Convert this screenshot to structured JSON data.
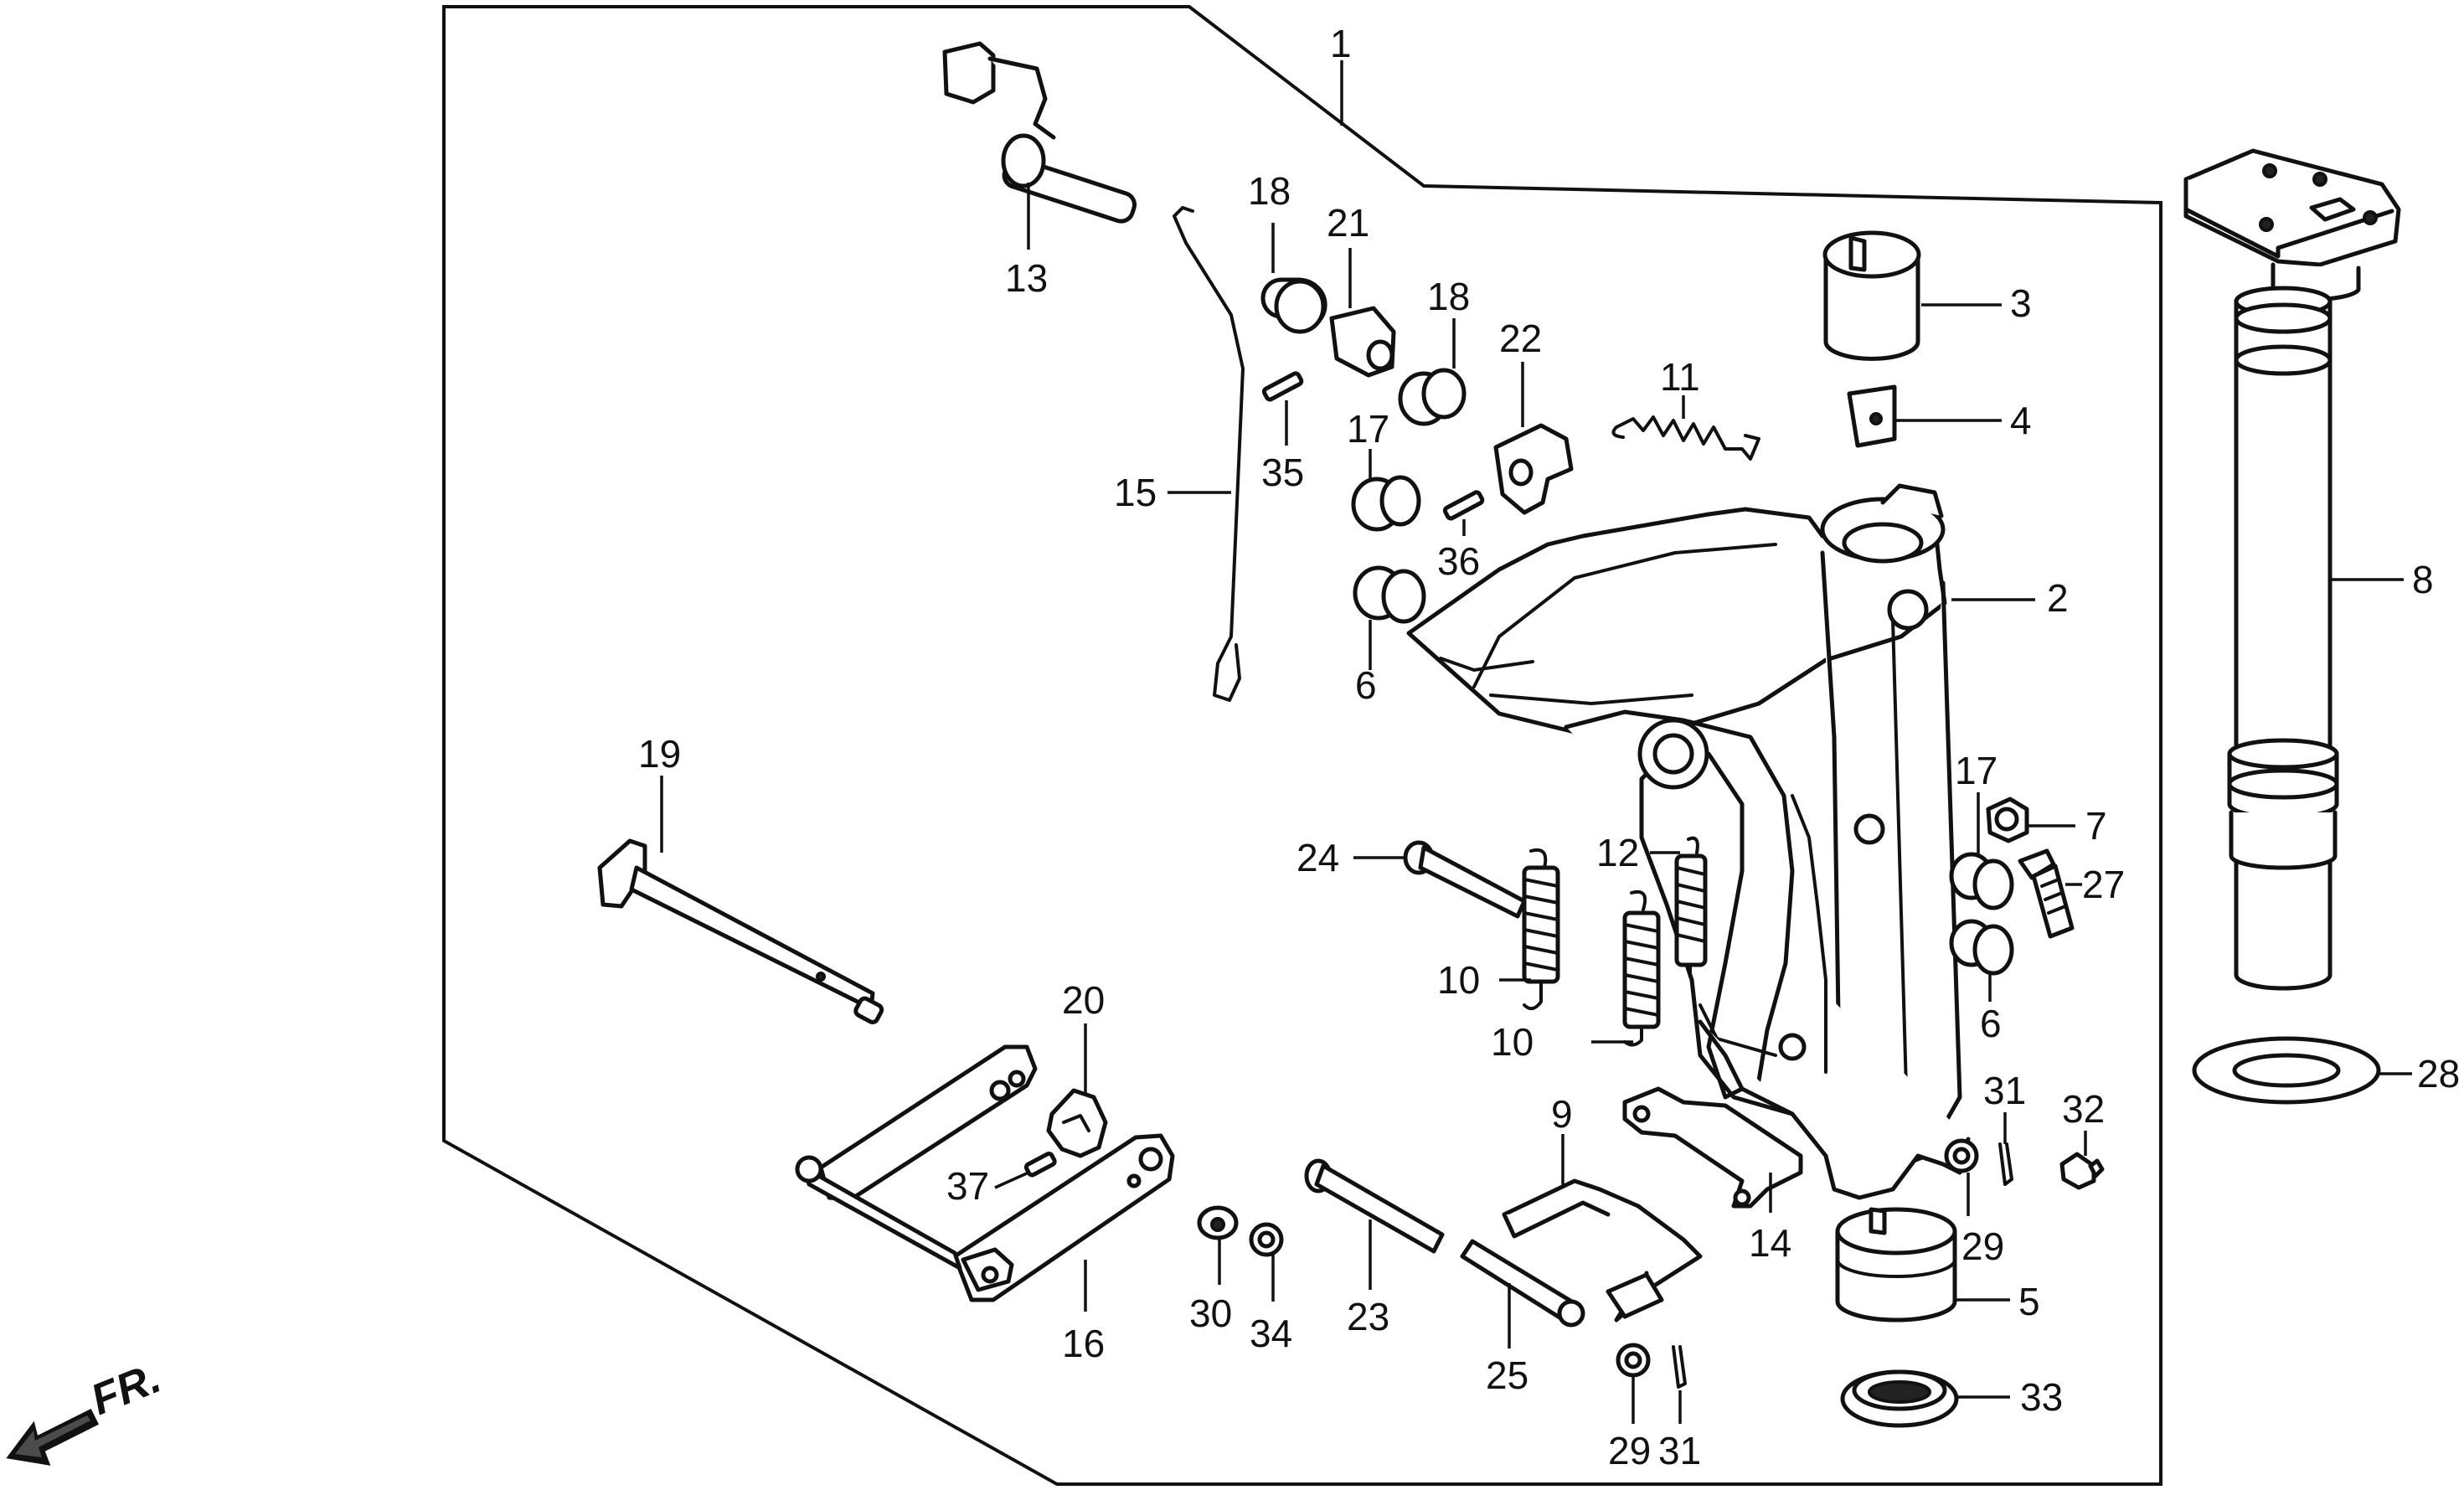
{
  "diagram": {
    "direction_label": "FR.",
    "callouts": {
      "c1": "1",
      "c2": "2",
      "c3": "3",
      "c4": "4",
      "c5": "5",
      "c6a": "6",
      "c6b": "6",
      "c7": "7",
      "c8": "8",
      "c9": "9",
      "c10a": "10",
      "c10b": "10",
      "c11": "11",
      "c12": "12",
      "c13": "13",
      "c14": "14",
      "c15": "15",
      "c16": "16",
      "c17a": "17",
      "c17b": "17",
      "c18a": "18",
      "c18b": "18",
      "c19": "19",
      "c20": "20",
      "c21": "21",
      "c22": "22",
      "c23": "23",
      "c24": "24",
      "c25": "25",
      "c27": "27",
      "c28": "28",
      "c29a": "29",
      "c29b": "29",
      "c30": "30",
      "c31a": "31",
      "c31b": "31",
      "c32": "32",
      "c33": "33",
      "c34": "34",
      "c35": "35",
      "c36": "36",
      "c37": "37"
    }
  }
}
